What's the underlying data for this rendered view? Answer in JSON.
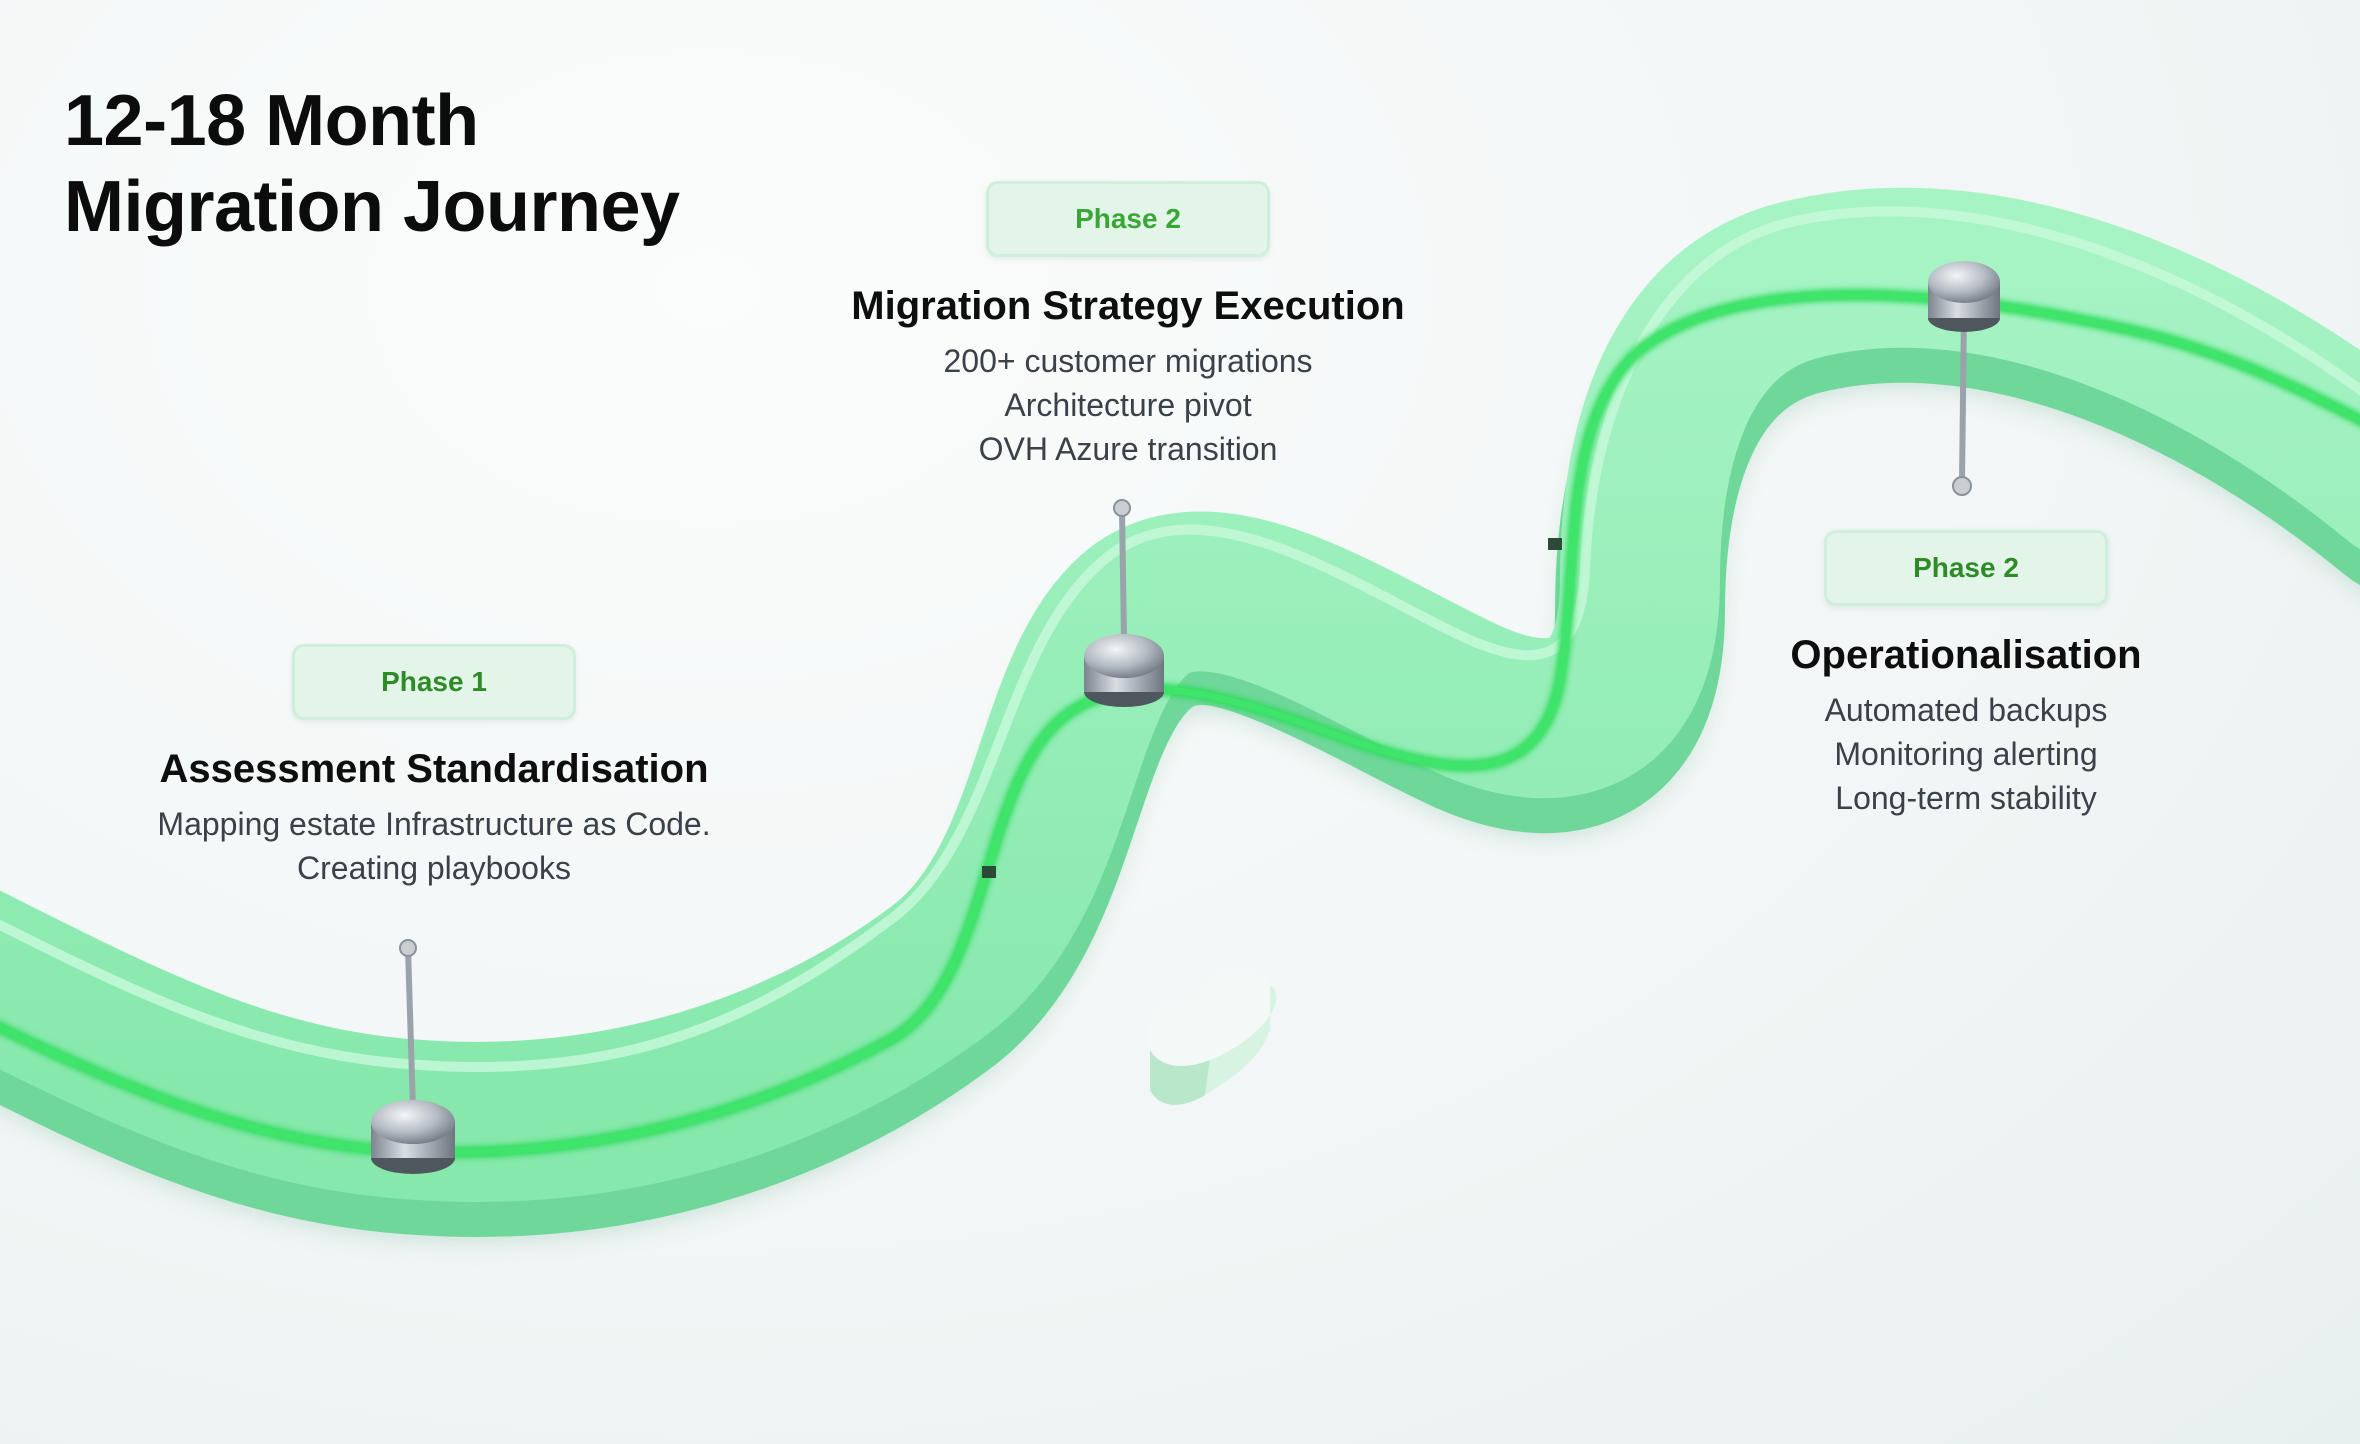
{
  "title": {
    "line1": "12-18 Month",
    "line2": "Migration Journey"
  },
  "colors": {
    "track": "#8ff0b2",
    "track_glow": "#2fdc5c",
    "badge_bg": "#e3f5e8",
    "badge_text": "#3aa636"
  },
  "phases": [
    {
      "badge": "Phase 1",
      "title": "Assessment Standardisation",
      "lines": [
        "Mapping estate Infrastructure as Code.",
        "Creating playbooks"
      ]
    },
    {
      "badge": "Phase 2",
      "title": "Migration Strategy Execution",
      "lines": [
        "200+ customer migrations",
        "Architecture pivot",
        "OVH Azure transition"
      ]
    },
    {
      "badge": "Phase 2",
      "title": "Operationalisation",
      "lines": [
        "Automated backups",
        "Monitoring alerting",
        "Long-term stability"
      ]
    }
  ]
}
